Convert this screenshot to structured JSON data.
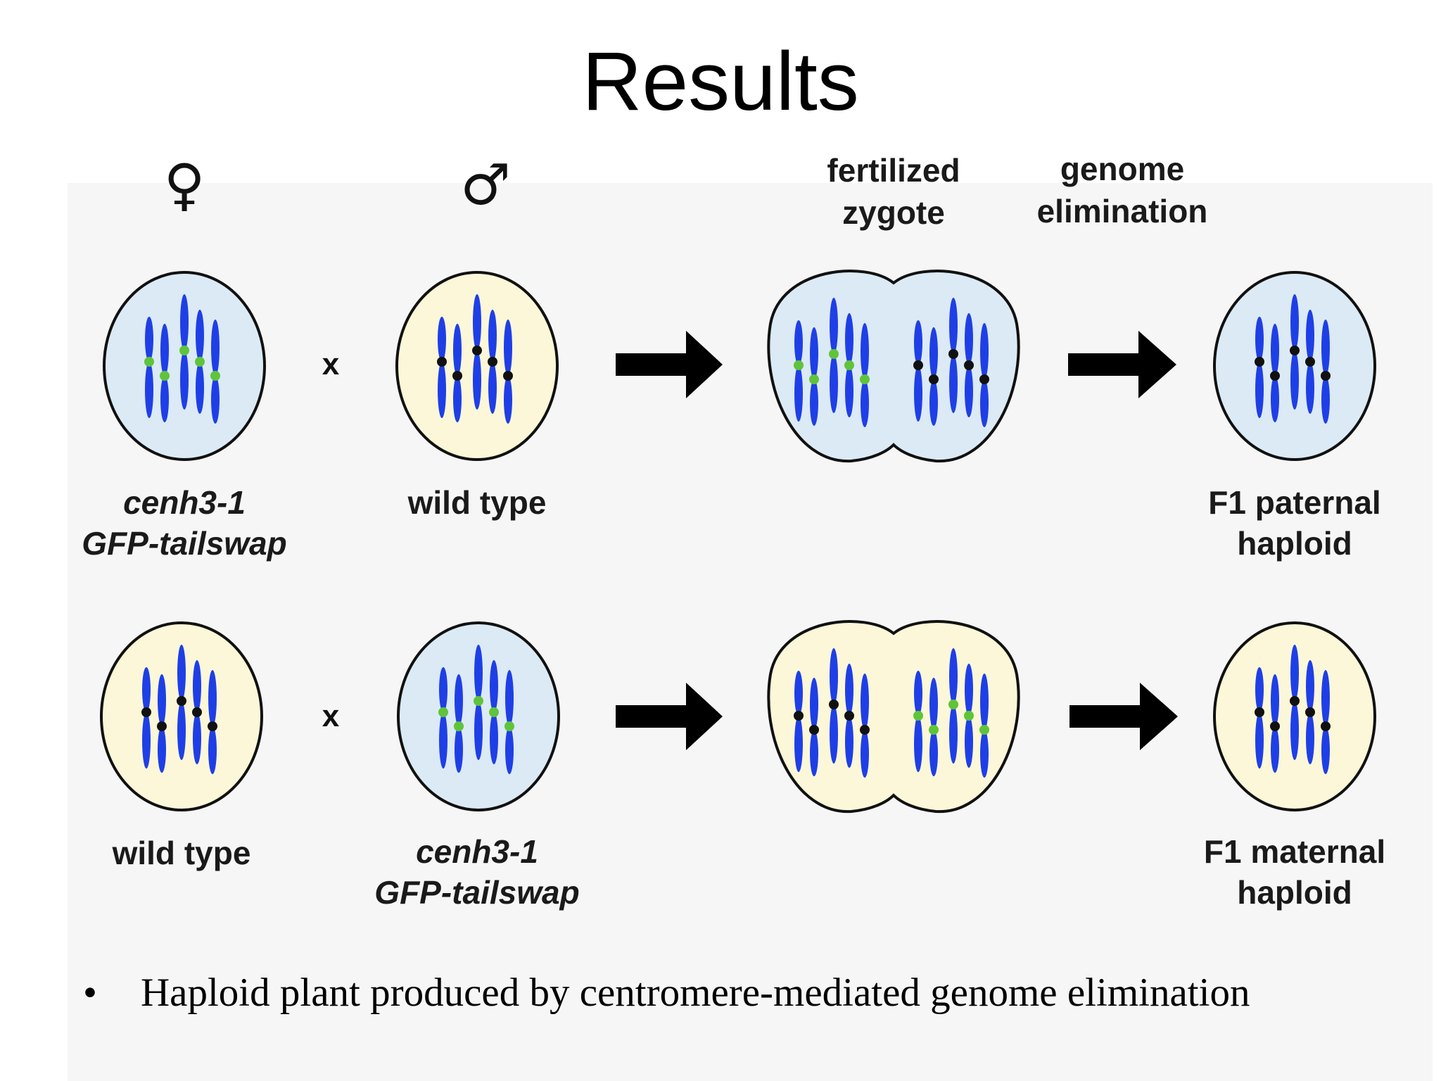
{
  "slide": {
    "title": "Results",
    "bullet_marker": "•",
    "bullet_text": " Haploid plant produced by centromere-mediated genome elimination"
  },
  "symbols": {
    "female": "♀",
    "male": "♂",
    "cross": "x"
  },
  "headers": {
    "zygote": [
      "fertilized",
      "zygote"
    ],
    "elimination": [
      "genome",
      "elimination"
    ]
  },
  "rows": [
    {
      "parent1_label": [
        "cenh3-1",
        "GFP-tailswap"
      ],
      "parent2_label": [
        "wild type"
      ],
      "result_label": [
        "F1 paternal",
        "haploid"
      ]
    },
    {
      "parent1_label": [
        "wild type"
      ],
      "parent2_label": [
        "cenh3-1",
        "GFP-tailswap"
      ],
      "result_label": [
        "F1 maternal",
        "haploid"
      ]
    }
  ],
  "colors": {
    "mutant_cell": "#dbeaf5",
    "wildtype_cell": "#fbf7d8",
    "chromosome": "#1f3fe6",
    "gfp_centromere": "#5fc43a",
    "wt_centromere": "#111111",
    "arrow": "#000000"
  }
}
